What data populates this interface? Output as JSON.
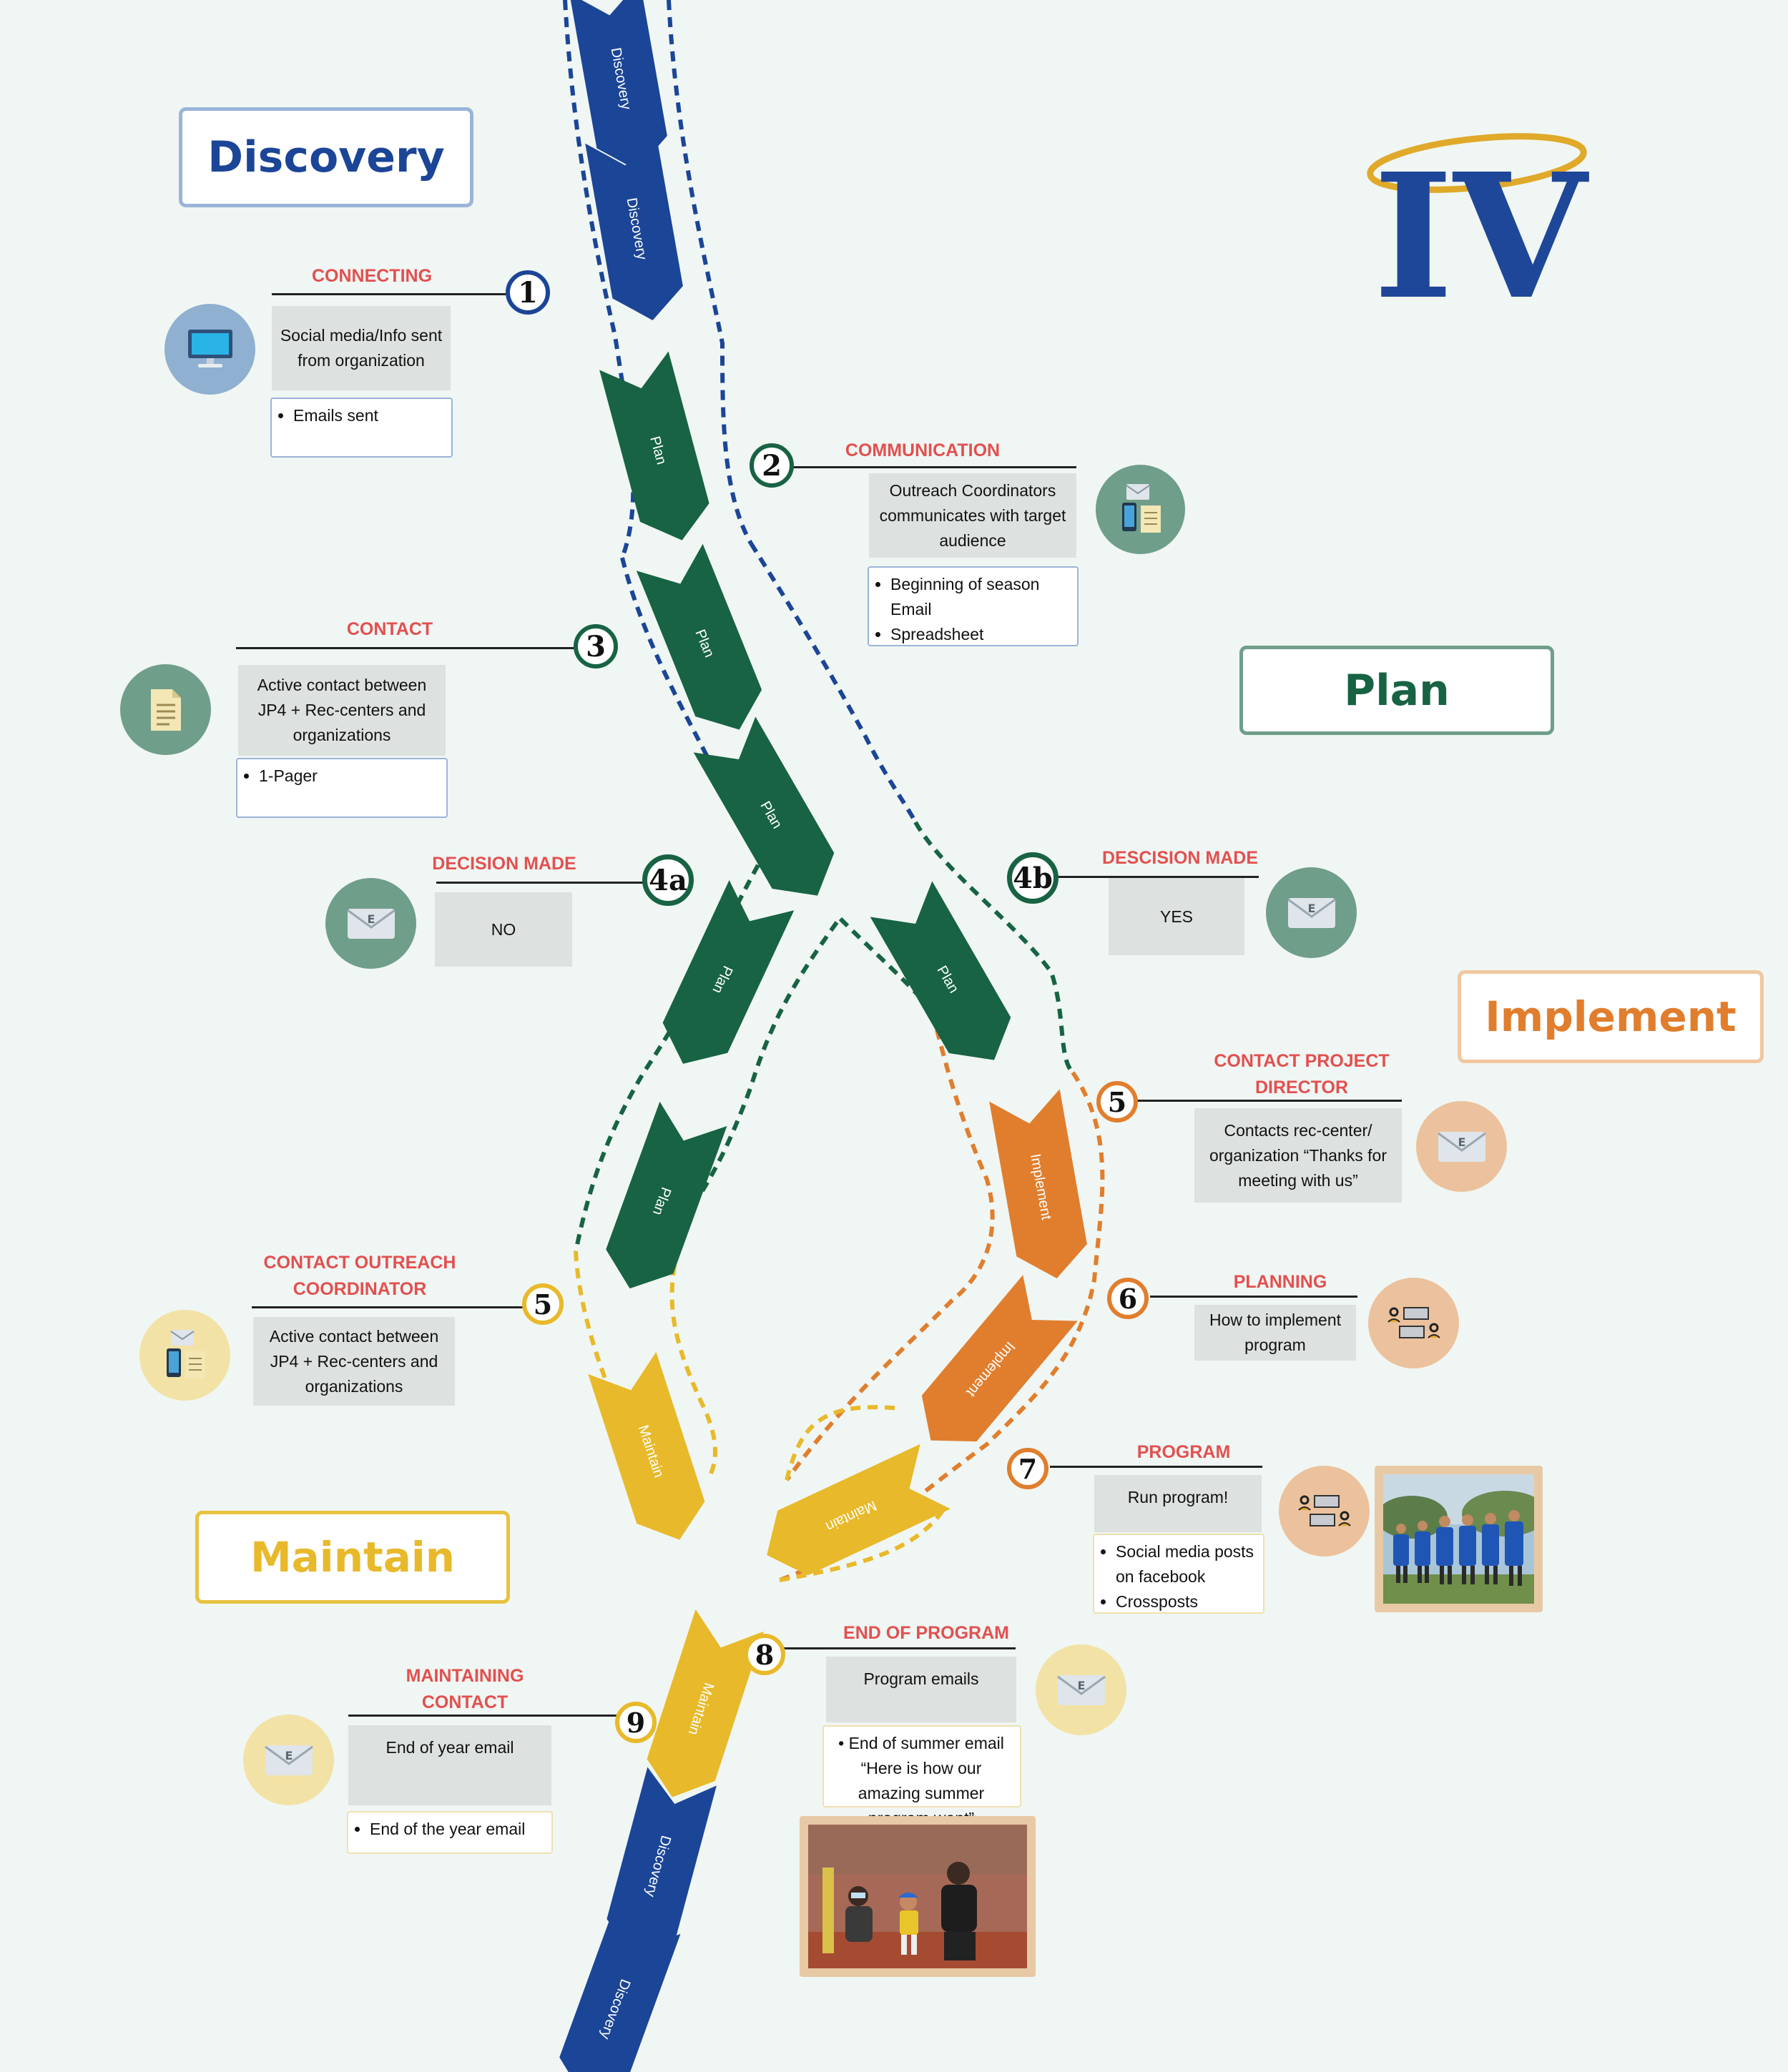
{
  "logo": {
    "text": "IV",
    "color": "#1f4799",
    "ring_color": "#e0a92a"
  },
  "stages": {
    "discovery": {
      "label": "Discovery",
      "color": "#1b4597"
    },
    "plan": {
      "label": "Plan",
      "color": "#176343"
    },
    "implement": {
      "label": "Implement",
      "color": "#e07e2e"
    },
    "maintain": {
      "label": "Maintain",
      "color": "#e8b92a"
    }
  },
  "chevrons": [
    {
      "label": "Discovery",
      "stage": "discovery"
    },
    {
      "label": "Discovery",
      "stage": "discovery"
    },
    {
      "label": "Plan",
      "stage": "plan"
    },
    {
      "label": "Plan",
      "stage": "plan"
    },
    {
      "label": "Plan",
      "stage": "plan"
    },
    {
      "label": "Plan",
      "stage": "plan"
    },
    {
      "label": "Plan",
      "stage": "plan"
    },
    {
      "label": "Plan",
      "stage": "plan"
    },
    {
      "label": "Implement",
      "stage": "implement"
    },
    {
      "label": "Implement",
      "stage": "implement"
    },
    {
      "label": "Maintain",
      "stage": "maintain"
    },
    {
      "label": "Maintain",
      "stage": "maintain"
    },
    {
      "label": "Maintain",
      "stage": "maintain"
    },
    {
      "label": "Discovery",
      "stage": "discovery"
    },
    {
      "label": "Discovery",
      "stage": "discovery"
    }
  ],
  "steps": {
    "s1": {
      "number": "1",
      "title": "CONNECTING",
      "text": "Social media/Info sent from organization",
      "bullets": [
        "Emails sent"
      ],
      "icon": "computer-icon"
    },
    "s2": {
      "number": "2",
      "title": "COMMUNICATION",
      "text": "Outreach Coordinators communicates with target audience",
      "bullets": [
        "Beginning of season Email",
        "Spreadsheet"
      ],
      "icon": "email-phone-doc-icon"
    },
    "s3": {
      "number": "3",
      "title": "CONTACT",
      "text": "Active contact between JP4 + Rec-centers and organizations",
      "bullets": [
        "1-Pager"
      ],
      "icon": "document-icon"
    },
    "s4a": {
      "number": "4a",
      "title": "DECISION MADE",
      "text": "NO",
      "icon": "email-icon"
    },
    "s4b": {
      "number": "4b",
      "title": "DESCISION MADE",
      "text": "YES",
      "icon": "email-icon"
    },
    "s5impl": {
      "number": "5",
      "title": "CONTACT PROJECT DIRECTOR",
      "text": "Contacts rec-center/ organization “Thanks for meeting with us”",
      "icon": "email-icon"
    },
    "s5maint": {
      "number": "5",
      "title": "CONTACT OUTREACH COORDINATOR",
      "text": "Active contact between JP4 + Rec-centers and organizations",
      "icon": "email-phone-doc-icon"
    },
    "s6": {
      "number": "6",
      "title": "PLANNING",
      "text": "How to implement program",
      "icon": "meeting-icon"
    },
    "s7": {
      "number": "7",
      "title": "PROGRAM",
      "text": "Run program!",
      "bullets": [
        "Social media posts on facebook",
        "Crossposts"
      ],
      "icon": "meeting-icon"
    },
    "s8": {
      "number": "8",
      "title": "END OF PROGRAM",
      "text": "Program emails",
      "note": "• End of summer email “Here is how our amazing summer program went”",
      "icon": "email-icon"
    },
    "s9": {
      "number": "9",
      "title": "MAINTAINING CONTACT",
      "text": "End of year email",
      "bullets": [
        "End of the year email"
      ],
      "icon": "email-icon"
    }
  },
  "colors": {
    "background": "#f0f6f3",
    "title_red": "#e2504f",
    "icon_blue": "#8fb0d0",
    "icon_green": "#6f9e8a",
    "icon_peach": "#ebc29d",
    "icon_yellow": "#f2e2a6"
  }
}
